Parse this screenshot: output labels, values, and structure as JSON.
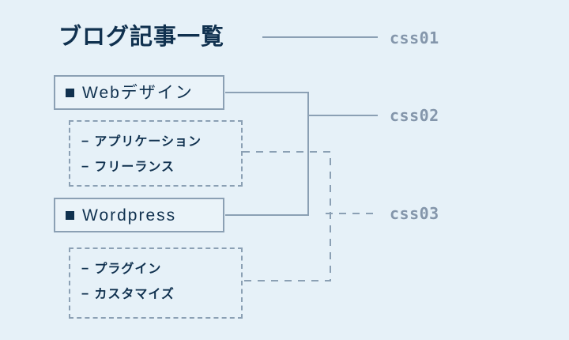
{
  "page": {
    "background_color": "#e6f1f8",
    "title": "ブログ記事一覧"
  },
  "colors": {
    "background": "#e6f1f8",
    "text_dark": "#10314f",
    "line_gray": "#8ba0b4",
    "label_gray": "#8496ab",
    "box_fill": "#eaf3f9"
  },
  "diagram": {
    "categories": [
      {
        "bullet": "square-bullet",
        "label": "Webデザイン",
        "children": [
          {
            "marker": "−",
            "label": "アプリケーション"
          },
          {
            "marker": "−",
            "label": "フリーランス"
          }
        ]
      },
      {
        "bullet": "square-bullet",
        "label": "Wordpress",
        "children": [
          {
            "marker": "−",
            "label": "プラグイン"
          },
          {
            "marker": "−",
            "label": "カスタマイズ"
          }
        ]
      }
    ],
    "annotations": [
      {
        "id": "css01",
        "label": "css01",
        "leader_style": "solid",
        "target": "title"
      },
      {
        "id": "css02",
        "label": "css02",
        "leader_style": "solid",
        "target": "category-boxes"
      },
      {
        "id": "css03",
        "label": "css03",
        "leader_style": "dashed",
        "target": "sub-boxes"
      }
    ]
  }
}
